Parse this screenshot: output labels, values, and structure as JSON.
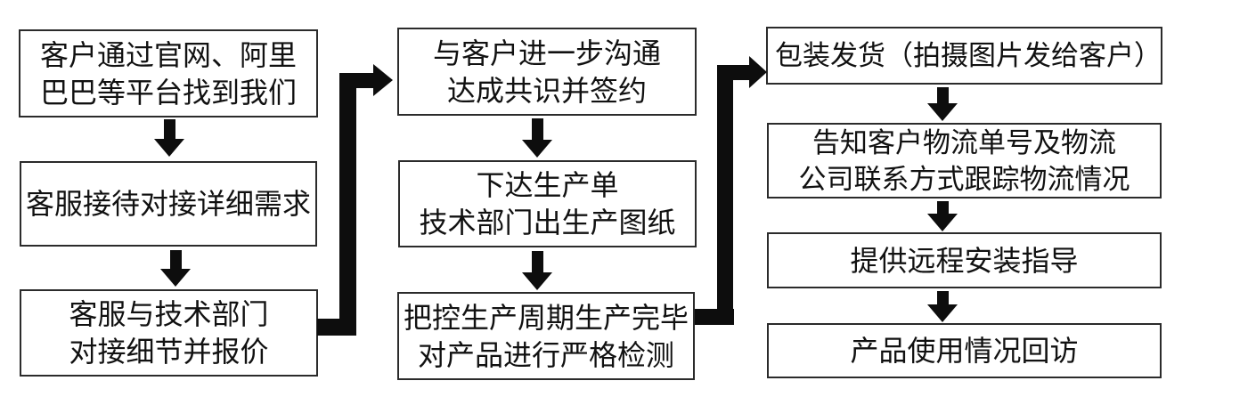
{
  "diagram": {
    "title": "customer-order-fulfillment-flowchart",
    "colors": {
      "background": "#ffffff",
      "box_fill": "#ffffff",
      "box_border": "#2b2b2b",
      "text": "#111111",
      "arrow": "#0d0d0d"
    },
    "columns": [
      {
        "boxes": [
          {
            "lines": [
              "客户通过官网、阿里",
              "巴巴等平台找到我们"
            ]
          },
          {
            "lines": [
              "客服接待对接详细需求"
            ]
          },
          {
            "lines": [
              "客服与技术部门",
              "对接细节并报价"
            ]
          }
        ]
      },
      {
        "boxes": [
          {
            "lines": [
              "与客户进一步沟通",
              "达成共识并签约"
            ]
          },
          {
            "lines": [
              "下达生产单",
              "技术部门出生产图纸"
            ]
          },
          {
            "lines": [
              "把控生产周期生产完毕",
              "对产品进行严格检测"
            ]
          }
        ]
      },
      {
        "boxes": [
          {
            "lines": [
              "包装发货（拍摄图片发给客户）"
            ]
          },
          {
            "lines": [
              "告知客户物流单号及物流",
              "公司联系方式跟踪物流情况"
            ]
          },
          {
            "lines": [
              "提供远程安装指导"
            ]
          },
          {
            "lines": [
              "产品使用情况回访"
            ]
          }
        ]
      }
    ]
  }
}
